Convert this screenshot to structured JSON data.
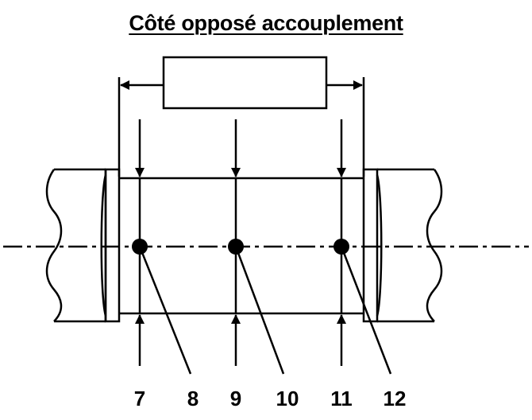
{
  "title": "Côté opposé accouplement",
  "dimension_box_text": "",
  "points": [
    {
      "top_label": "7",
      "bottom_label": "8"
    },
    {
      "top_label": "9",
      "bottom_label": "10"
    },
    {
      "top_label": "11",
      "bottom_label": "12"
    }
  ]
}
